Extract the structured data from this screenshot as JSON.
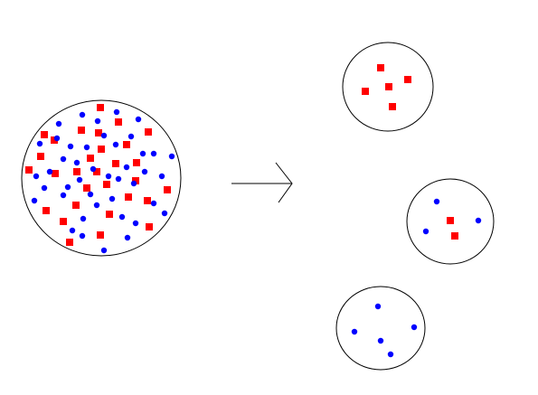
{
  "colors": {
    "background": "#ffffff",
    "outline": "#000000",
    "red_item": "#ff0000",
    "blue_item": "#0000ff"
  },
  "diagram": {
    "source_population": {
      "red_square_count": 30,
      "blue_dot_count": 43
    },
    "arrow": {
      "direction": "right"
    },
    "subsets": [
      {
        "name": "subset-top",
        "red_square_count": 5,
        "blue_dot_count": 0
      },
      {
        "name": "subset-middle",
        "red_square_count": 2,
        "blue_dot_count": 3
      },
      {
        "name": "subset-bottom",
        "red_square_count": 0,
        "blue_dot_count": 5
      }
    ]
  }
}
